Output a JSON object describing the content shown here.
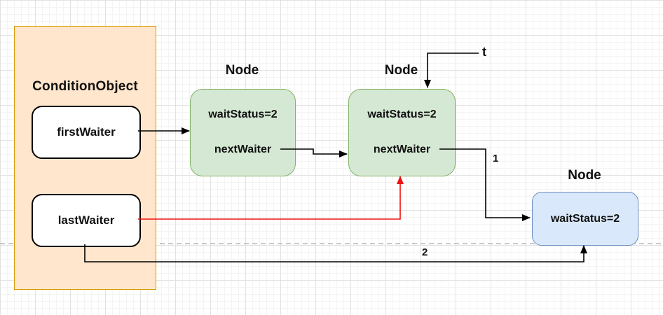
{
  "condition_object": {
    "title": "ConditionObject",
    "fill": "#FFE6CC",
    "border": "#D79B00",
    "fields": [
      {
        "label": "firstWaiter"
      },
      {
        "label": "lastWaiter"
      }
    ]
  },
  "nodes": [
    {
      "title": "Node",
      "fill": "#D5E8D4",
      "border": "#82B366",
      "fields": [
        "waitStatus=2",
        "nextWaiter"
      ]
    },
    {
      "title": "Node",
      "fill": "#D5E8D4",
      "border": "#82B366",
      "fields": [
        "waitStatus=2",
        "nextWaiter"
      ]
    },
    {
      "title": "Node",
      "fill": "#DAE8FC",
      "border": "#6C8EBF",
      "fields": [
        "waitStatus=2"
      ]
    }
  ],
  "edge_labels": {
    "thread": "t",
    "step1": "1",
    "step2": "2"
  },
  "colors": {
    "arrow": "#000000",
    "highlight_arrow": "#ee1111",
    "page_divider_dash": "#ababab",
    "grid_major": "#e2e2e2",
    "grid_minor": "#f4f4f4"
  }
}
